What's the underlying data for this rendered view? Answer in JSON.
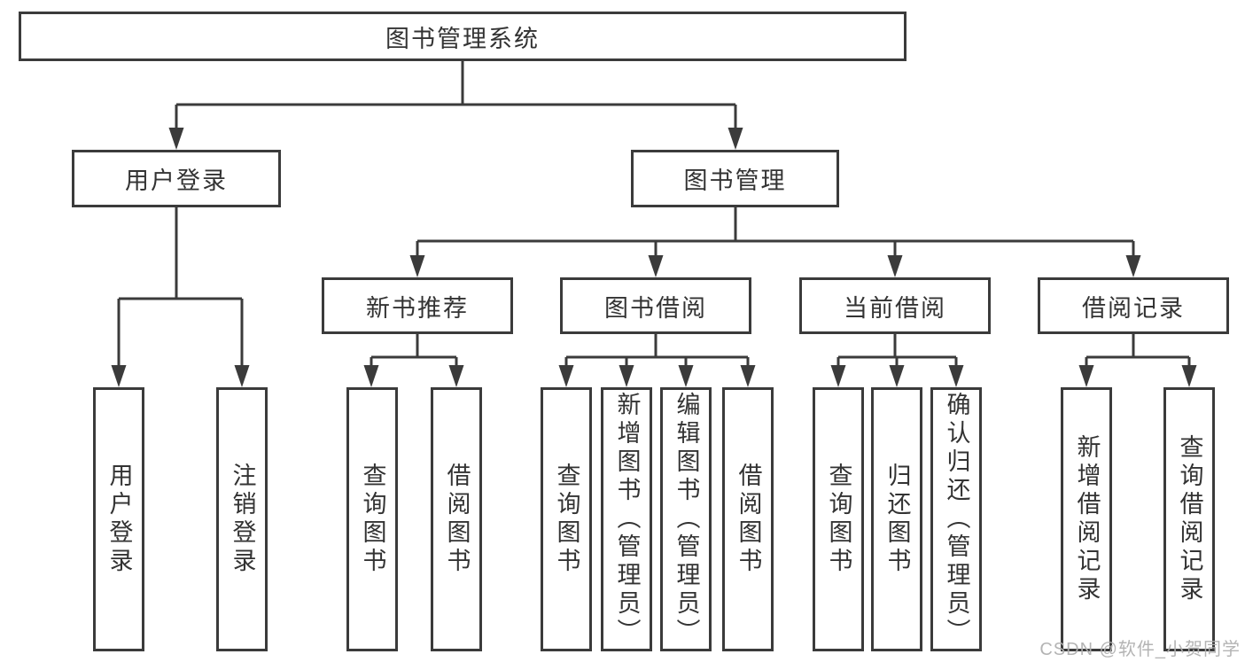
{
  "colors": {
    "line": "#3b3b3b",
    "text": "#333333",
    "watermark": "#b0b0b0",
    "background": "#ffffff"
  },
  "tree": {
    "root": {
      "label": "图书管理系统"
    },
    "branches": {
      "userLogin": {
        "label": "用户登录",
        "leaves": {
          "login": {
            "label": "用户登录"
          },
          "logout": {
            "label": "注销登录"
          }
        }
      },
      "bookMgmt": {
        "label": "图书管理",
        "sections": {
          "newBookRec": {
            "label": "新书推荐",
            "leaves": {
              "query": {
                "label": "查询图书"
              },
              "borrow": {
                "label": "借阅图书"
              }
            }
          },
          "bookBorrow": {
            "label": "图书借阅",
            "leaves": {
              "query": {
                "label": "查询图书"
              },
              "add": {
                "label": "新增图书（管理员）"
              },
              "edit": {
                "label": "编辑图书（管理员）"
              },
              "borrow": {
                "label": "借阅图书"
              }
            }
          },
          "currentBorrow": {
            "label": "当前借阅",
            "leaves": {
              "query": {
                "label": "查询图书"
              },
              "return": {
                "label": "归还图书"
              },
              "confirm": {
                "label": "确认归还（管理员）"
              }
            }
          },
          "borrowRecords": {
            "label": "借阅记录",
            "leaves": {
              "add": {
                "label": "新增借阅记录"
              },
              "query": {
                "label": "查询借阅记录"
              }
            }
          }
        }
      }
    }
  },
  "watermark": {
    "text": "CSDN @软件_小贺同学"
  }
}
